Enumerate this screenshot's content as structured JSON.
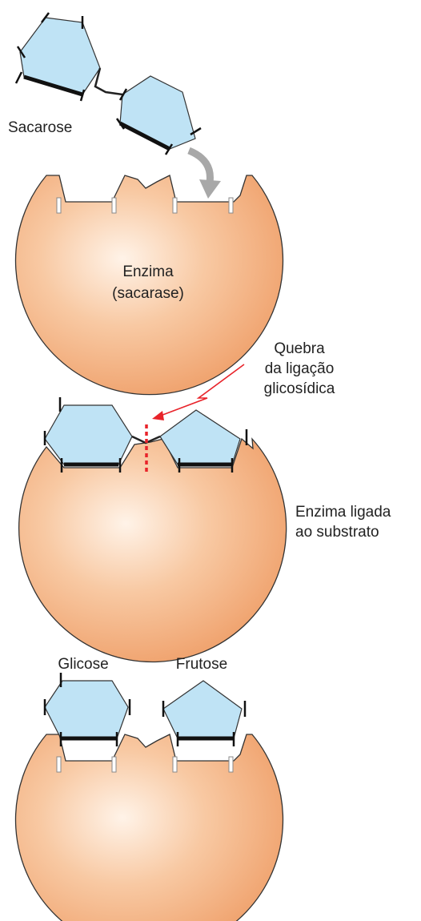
{
  "labels": {
    "sucrose": "Sacarose",
    "enzyme_line1": "Enzima",
    "enzyme_line2": "(sacarase)",
    "break_line1": "Quebra",
    "break_line2": "da ligação",
    "break_line3": "glicosídica",
    "bound_line1": "Enzima ligada",
    "bound_line2": "ao substrato",
    "glucose": "Glicose",
    "fructose": "Frutose"
  },
  "colors": {
    "enzyme": "#f2ab78",
    "enzyme_highlight": "#fff2e6",
    "sugar_ring": "#bfe3f5",
    "bond_marker": "#e8232a",
    "arrow": "#a8a8a8"
  }
}
